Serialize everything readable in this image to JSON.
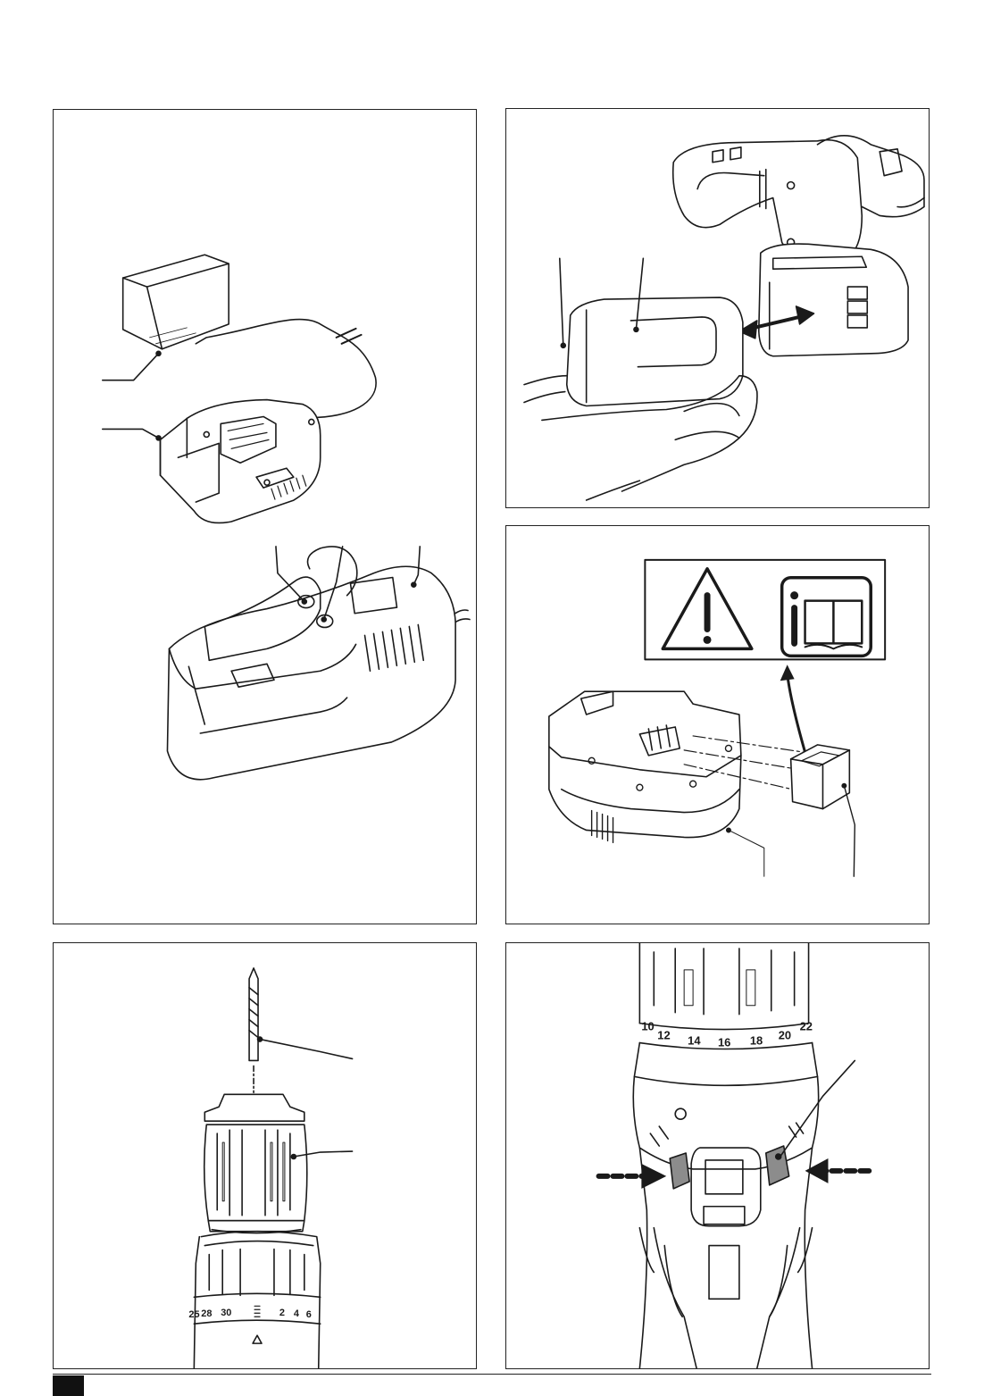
{
  "figures": [
    {
      "id": "charger-and-plug",
      "label": ""
    },
    {
      "id": "battery-removal",
      "label": ""
    },
    {
      "id": "battery-warning-labels",
      "label": ""
    },
    {
      "id": "bit-insertion",
      "label": ""
    },
    {
      "id": "direction-switch",
      "label": ""
    }
  ],
  "icons": [
    "warning-triangle-icon",
    "read-manual-icon",
    "double-arrow-icon",
    "push-arrow-icon"
  ],
  "torque_collar": {
    "scale_upper": [
      "10",
      "12",
      "14",
      "16",
      "18",
      "20",
      "22"
    ],
    "scale_lower": [
      "25",
      "28",
      "30",
      "2",
      "4",
      "6"
    ]
  },
  "colors": {
    "line": "#1a1a1a",
    "shade": "#8c8c8c",
    "page": "#ffffff"
  }
}
